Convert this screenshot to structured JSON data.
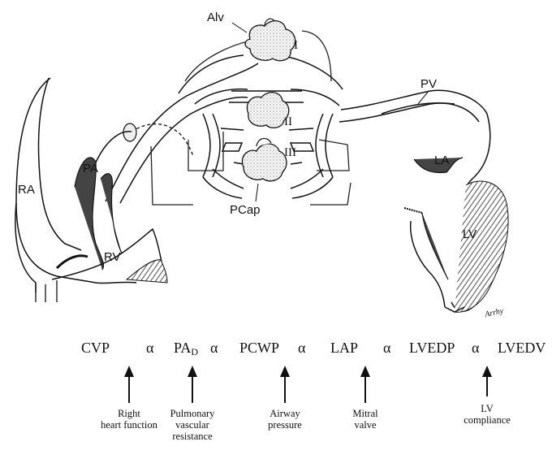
{
  "diagram": {
    "labels": {
      "alv": "Alv",
      "pv": "PV",
      "pa": "PA",
      "ra": "RA",
      "rv": "RV",
      "la": "LA",
      "lv": "LV",
      "pcap": "PCap",
      "zone1": "I",
      "zone2": "II",
      "zone3": "III",
      "signature": "Arrhy"
    }
  },
  "equation": {
    "terms": [
      "CVP",
      "PA",
      "PCWP",
      "LAP",
      "LVEDP",
      "LVEDV"
    ],
    "pa_subscript": "D",
    "proportional_symbol": "α"
  },
  "factors": [
    "Right\nheart function",
    "Pulmonary\nvascular\nresistance",
    "Airway\npressure",
    "Mitral\nvalve",
    "LV\ncompliance"
  ]
}
